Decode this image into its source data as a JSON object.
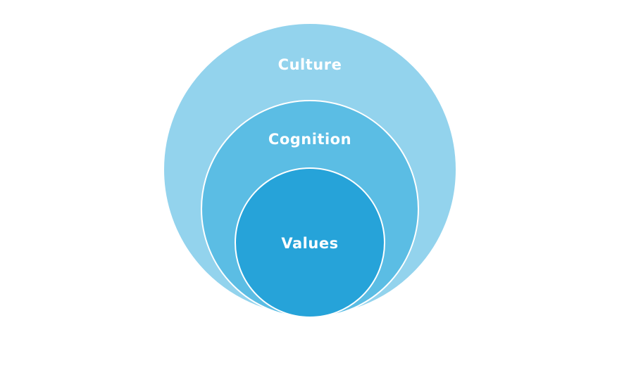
{
  "diagram": {
    "type": "nested-circles",
    "layers": [
      {
        "label": "Culture",
        "color": "#93d3ed"
      },
      {
        "label": "Cognition",
        "color": "#5bbde4"
      },
      {
        "label": "Values",
        "color": "#26a3d9"
      }
    ],
    "stroke_color": "#ffffff"
  }
}
